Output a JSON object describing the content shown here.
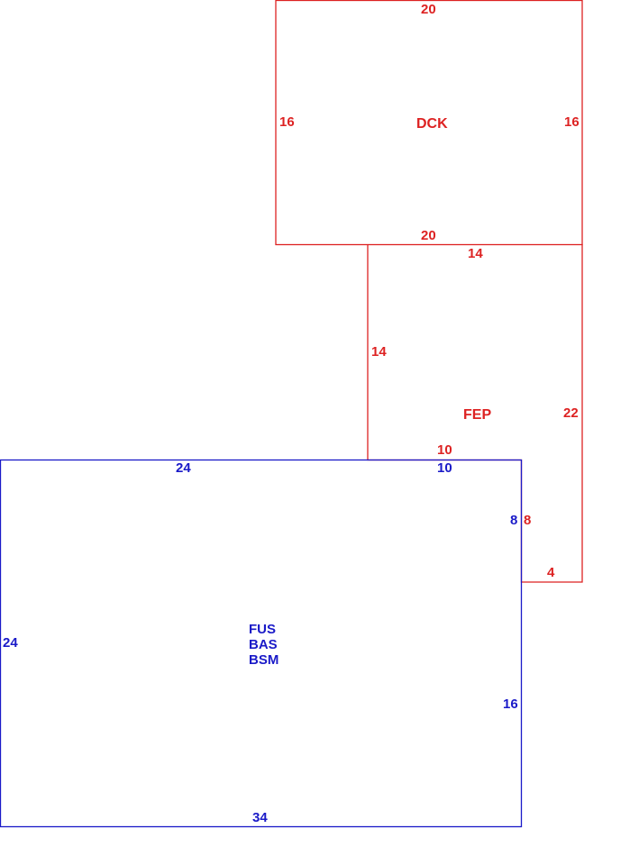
{
  "colors": {
    "upper": "#dd2222",
    "lower": "#1a1ac8"
  },
  "areas": {
    "dck": {
      "name": "DCK",
      "dims": {
        "top": "20",
        "left": "16",
        "right": "16",
        "bottom": "20"
      }
    },
    "fep": {
      "name": "FEP",
      "dims": {
        "top": "14",
        "left": "14",
        "right": "22",
        "bottom": "10",
        "step": "8",
        "foot": "4"
      }
    },
    "main": {
      "names": [
        "FUS",
        "BAS",
        "BSM"
      ],
      "dims": {
        "top": "24",
        "top_right": "10",
        "left": "24",
        "right_upper": "8",
        "right": "16",
        "bottom": "34"
      }
    }
  }
}
